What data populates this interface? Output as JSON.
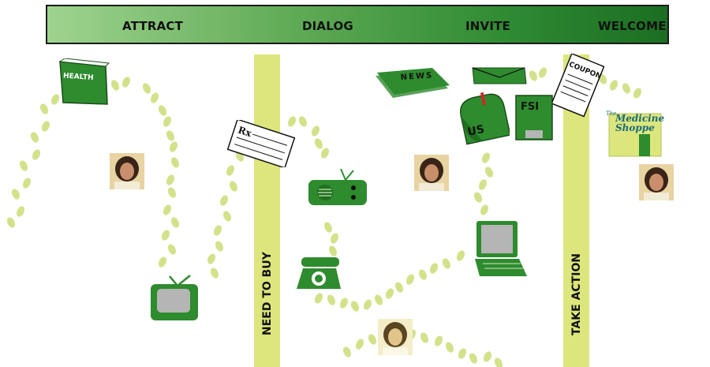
{
  "stages": {
    "attract": "ATTRACT",
    "dialog": "DIALOG",
    "invite": "INVITE",
    "welcome": "WELCOME"
  },
  "milestones": {
    "need_to_buy": "NEED TO BUY",
    "take_action": "TAKE ACTION"
  },
  "icons": {
    "health_book": "HEALTH",
    "prescription": "Rx",
    "news": "NEWS",
    "mailbox": "US",
    "fsi": "FSI",
    "coupon": "COUPON",
    "store_line1": "The",
    "store_line2": "Medicine",
    "store_line3": "Shoppe"
  },
  "colors": {
    "banner_dark": "#1b6e22",
    "banner_light": "#9fd48f",
    "icon_green": "#2e8b2e",
    "footprint": "#d3e28a",
    "milestone_bar": "#dce67c"
  }
}
